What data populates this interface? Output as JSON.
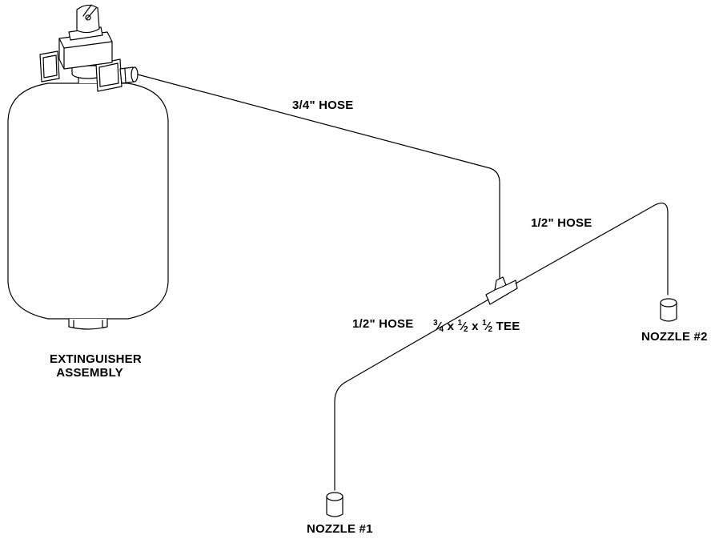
{
  "labels": {
    "extinguisher_line1": "EXTINGUISHER",
    "extinguisher_line2": "ASSEMBLY",
    "main_hose": "3/4\" HOSE",
    "branch_hose_right": "1/2\" HOSE",
    "branch_hose_left": "1/2\" HOSE",
    "tee": {
      "n1": "3",
      "d1": "4",
      "x1": " x ",
      "n2": "1",
      "d2": "2",
      "x2": " x ",
      "n3": "1",
      "d3": "2",
      "suffix": " TEE"
    },
    "nozzle_1": "NOZZLE #1",
    "nozzle_2": "NOZZLE #2"
  },
  "colors": {
    "line": "#000000",
    "background": "#ffffff"
  }
}
